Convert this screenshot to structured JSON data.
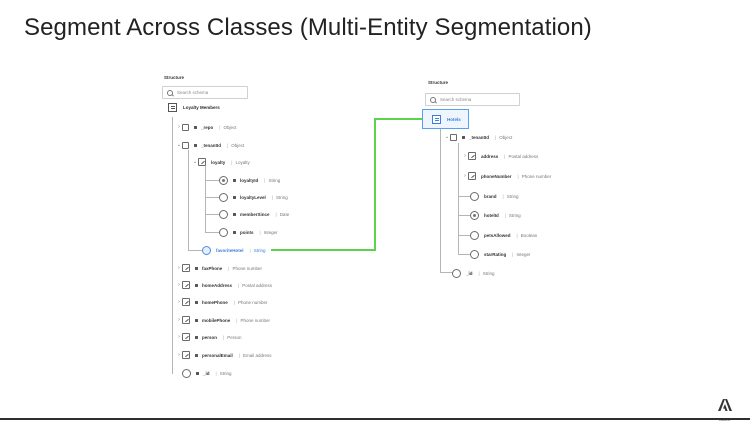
{
  "slide": {
    "title": "Segment Across Classes (Multi-Entity Segmentation)",
    "brand": "Adobe"
  },
  "left_panel": {
    "structure_label": "Structure",
    "search_placeholder": "Search schema",
    "schema_name": "Loyalty Members",
    "rows": [
      {
        "name": "_repo",
        "type": "Object"
      },
      {
        "name": "_tenantId",
        "type": "Object"
      },
      {
        "name": "loyalty",
        "type": "Loyalty"
      },
      {
        "name": "loyaltyId",
        "type": "String"
      },
      {
        "name": "loyaltyLevel",
        "type": "String"
      },
      {
        "name": "memberSince",
        "type": "Date"
      },
      {
        "name": "points",
        "type": "Integer"
      },
      {
        "name": "favoriteHotel",
        "type": "String"
      },
      {
        "name": "faxPhone",
        "type": "Phone number"
      },
      {
        "name": "homeAddress",
        "type": "Postal address"
      },
      {
        "name": "homePhone",
        "type": "Phone number"
      },
      {
        "name": "mobilePhone",
        "type": "Phone number"
      },
      {
        "name": "person",
        "type": "Person"
      },
      {
        "name": "personalEmail",
        "type": "Email address"
      },
      {
        "name": "_id",
        "type": "String"
      }
    ]
  },
  "right_panel": {
    "structure_label": "Structure",
    "search_placeholder": "Search schema",
    "schema_name": "Hotels",
    "rows": [
      {
        "name": "_tenantId",
        "type": "Object"
      },
      {
        "name": "address",
        "type": "Postal address"
      },
      {
        "name": "phoneNumber",
        "type": "Phone number"
      },
      {
        "name": "brand",
        "type": "String"
      },
      {
        "name": "hotelId",
        "type": "String"
      },
      {
        "name": "petsAllowed",
        "type": "Boolean"
      },
      {
        "name": "starRating",
        "type": "Integer"
      },
      {
        "name": "_id",
        "type": "String"
      }
    ]
  },
  "colors": {
    "relationship_line": "#5cd24e",
    "selected_field": "#3b7fd8",
    "tree_line": "#b5b5b5"
  }
}
